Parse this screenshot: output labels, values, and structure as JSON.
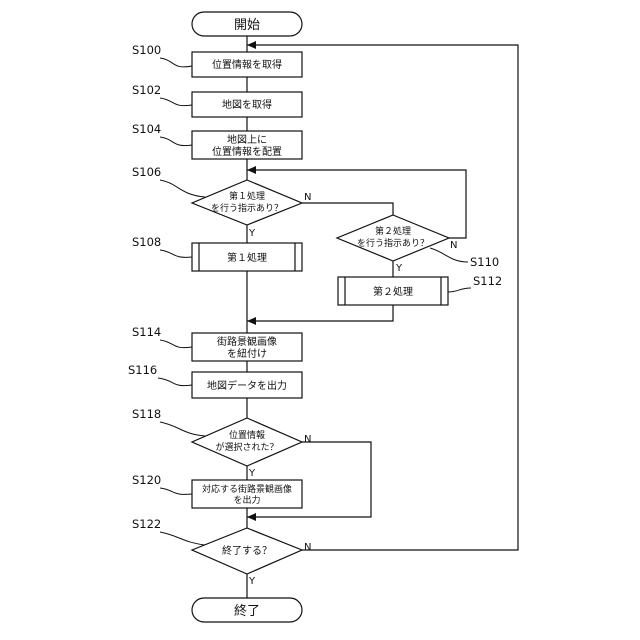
{
  "terminals": {
    "start": "開始",
    "end": "終了"
  },
  "steps": {
    "s100": {
      "id": "S100",
      "lines": [
        "位置情報を取得"
      ]
    },
    "s102": {
      "id": "S102",
      "lines": [
        "地図を取得"
      ]
    },
    "s104": {
      "id": "S104",
      "lines": [
        "地図上に",
        "位置情報を配置"
      ]
    },
    "s106": {
      "id": "S106",
      "lines": [
        "第１処理",
        "を行う指示あり？"
      ]
    },
    "s108": {
      "id": "S108",
      "lines": [
        "第１処理"
      ]
    },
    "s110": {
      "id": "S110",
      "lines": [
        "第２処理",
        "を行う指示あり？"
      ]
    },
    "s112": {
      "id": "S112",
      "lines": [
        "第２処理"
      ]
    },
    "s114": {
      "id": "S114",
      "lines": [
        "街路景観画像",
        "を紐付け"
      ]
    },
    "s116": {
      "id": "S116",
      "lines": [
        "地図データを出力"
      ]
    },
    "s118": {
      "id": "S118",
      "lines": [
        "位置情報",
        "が選択された？"
      ]
    },
    "s120": {
      "id": "S120",
      "lines": [
        "対応する街路景観画像",
        "を出力"
      ]
    },
    "s122": {
      "id": "S122",
      "lines": [
        "終了する？"
      ]
    }
  },
  "branch_labels": {
    "yes": "Y",
    "no": "N"
  },
  "colors": {
    "stroke": "#111111",
    "background": "#ffffff"
  }
}
